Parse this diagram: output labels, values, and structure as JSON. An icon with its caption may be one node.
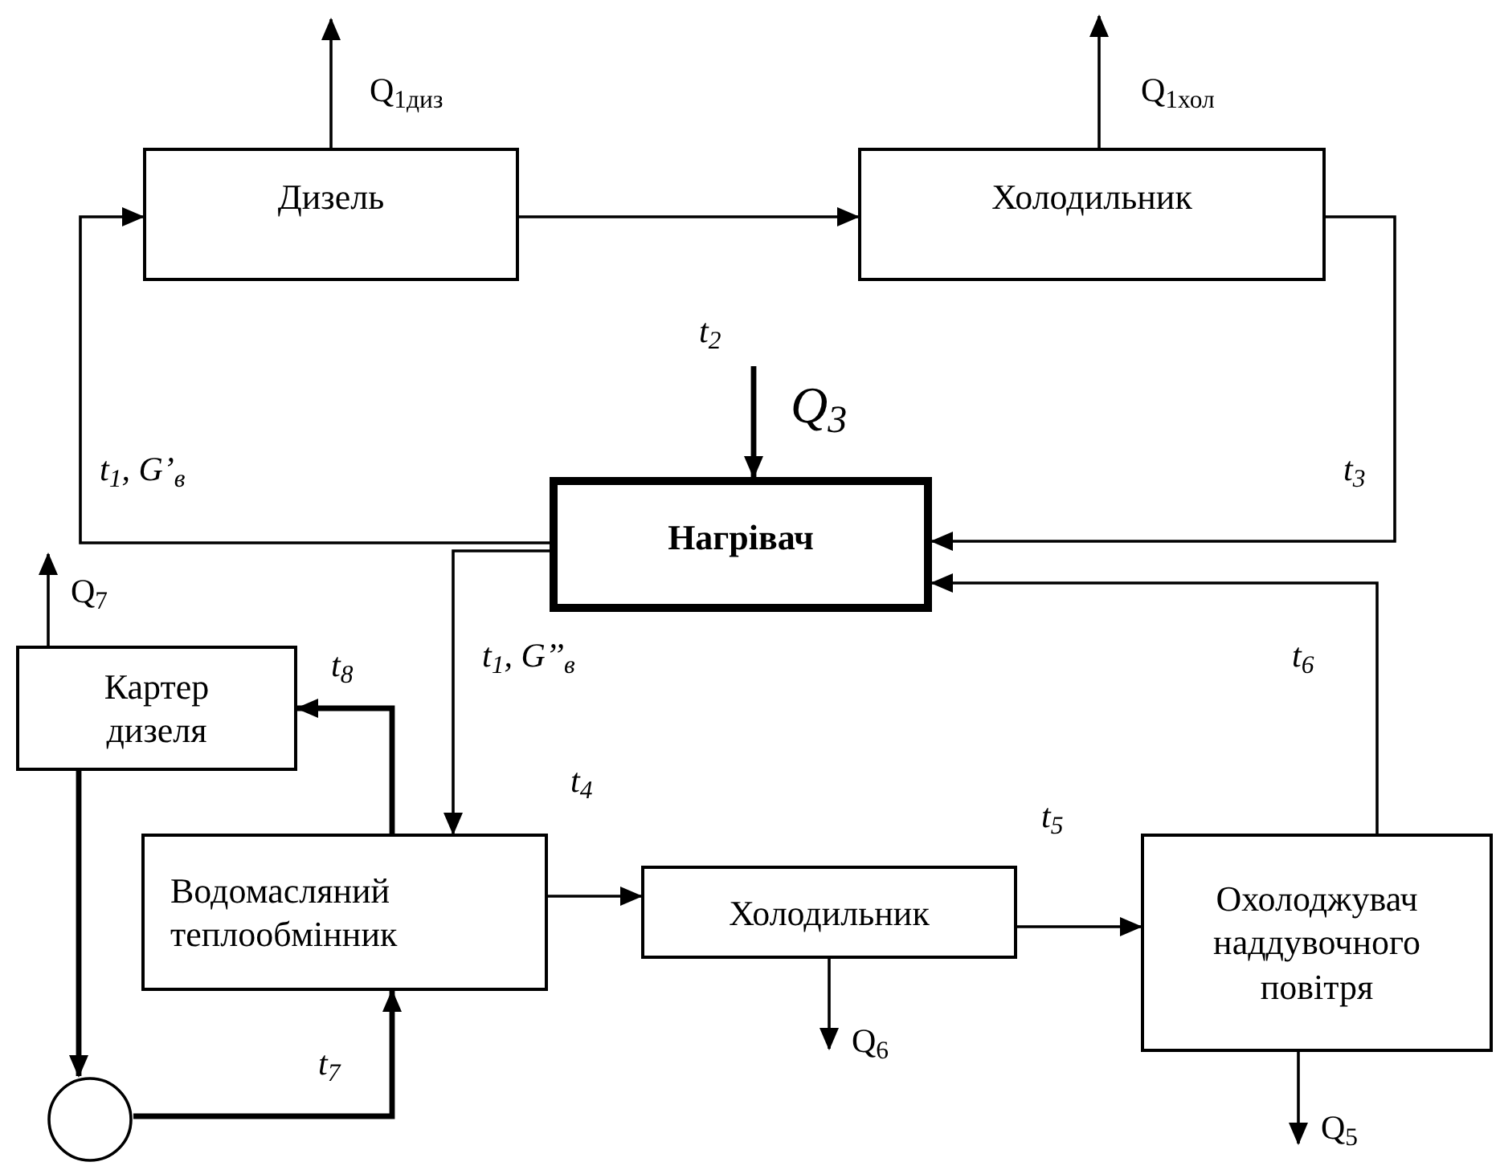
{
  "diagram": {
    "nodes": [
      {
        "text": [
          "Дизель"
        ]
      },
      {
        "text": [
          "Холодильник"
        ]
      },
      {
        "text": [
          "Нагрівач"
        ]
      },
      {
        "text": [
          "Картер дизеля"
        ]
      },
      {
        "text": [
          "Водомасляний теплообмінник"
        ]
      },
      {
        "text": [
          "Холодильник"
        ]
      },
      {
        "text": [
          "Охолоджувач наддувочного повітря"
        ]
      },
      {
        "text": [],
        "shape": "circle"
      }
    ],
    "edges": [
      {
        "from": 0,
        "to": 1,
        "arrow": "to",
        "label": "t$_{2}$"
      },
      {
        "from": 1,
        "to": 2,
        "arrow": "to",
        "label": "t$_{3}$"
      },
      {
        "from": 2,
        "to": 0,
        "arrow": "to",
        "label": "t$_{1}$, G’$_{в}$"
      },
      {
        "from": 2,
        "to": 4,
        "arrow": "to",
        "label": "t$_{1}$, G’’$_{в}$"
      },
      {
        "from": 4,
        "to": 3,
        "arrow": "to",
        "label": "t$_{8}$",
        "style": "thick"
      },
      {
        "from": 3,
        "to": 7,
        "arrow": "to",
        "style": "thick"
      },
      {
        "from": 7,
        "to": 4,
        "arrow": "to",
        "label": "t$_{7}$",
        "style": "thick"
      },
      {
        "from": 4,
        "to": 5,
        "arrow": "to",
        "label": "t$_{4}$"
      },
      {
        "from": 5,
        "to": 6,
        "arrow": "to",
        "label": "t$_{5}$"
      },
      {
        "from": 6,
        "to": 2,
        "arrow": "to",
        "label": "t$_{6}$"
      },
      {
        "from": 0,
        "to": null,
        "arrow": "to",
        "label": "Q$_{1диз}$"
      },
      {
        "from": 1,
        "to": null,
        "arrow": "to",
        "label": "Q$_{1хол}$"
      },
      {
        "from": null,
        "to": 2,
        "arrow": "to",
        "label": "Q$_{3}$",
        "style": "thick"
      },
      {
        "from": 3,
        "to": null,
        "arrow": "to",
        "label": "Q$_{7}$"
      },
      {
        "from": 5,
        "to": null,
        "arrow": "to",
        "label": "Q$_{6}$"
      },
      {
        "from": 6,
        "to": null,
        "arrow": "to",
        "label": "Q$_{5}$"
      }
    ]
  }
}
